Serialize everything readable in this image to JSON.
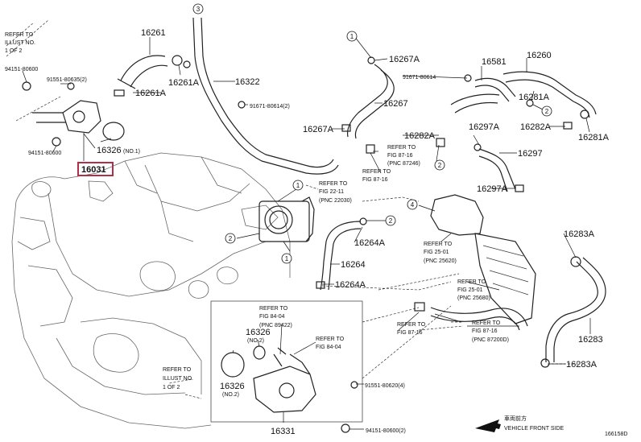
{
  "part_labels": [
    "16261",
    "16261A",
    "16261A",
    "16322",
    "16267A",
    "16267",
    "16267A",
    "16581",
    "16260",
    "16281A",
    "16282A",
    "16281A",
    "16282A",
    "16297A",
    "16297",
    "16297A",
    "16031",
    "16264A",
    "16264",
    "16264A",
    "16283A",
    "16283",
    "16283A",
    "16331"
  ],
  "annotations": {
    "left_top_ref": [
      "REFER TO",
      "ILLUST NO.",
      "1 OF 2"
    ],
    "left_bottom_ref": [
      "REFER TO",
      "ILLUST NO.",
      "1 OF 2"
    ],
    "fig_22_11": [
      "REFER TO",
      "FIG 22-11",
      "(PNC 22030)"
    ],
    "fig_87_16_a": [
      "REFER TO",
      "FIG 87-16",
      "(PNC 87246)"
    ],
    "fig_87_16_b": [
      "REFER TO",
      "FIG 87-16"
    ],
    "fig_25_01_a": [
      "REFER TO",
      "FIG 25-01",
      "(PNC 25620)"
    ],
    "fig_25_01_b": [
      "REFER TO",
      "FIG 25-01",
      "(PNC 25680)"
    ],
    "fig_87_16_c": [
      "REFER TO",
      "FIG 87-16"
    ],
    "fig_87_16_d": [
      "REFER TO",
      "FIG 87-16",
      "(PNC 87200D)"
    ],
    "fig_84_04_a": [
      "REFER TO",
      "FIG 84-04",
      "(PNC 89422)"
    ],
    "fig_84_04_b": [
      "REFER TO",
      "FIG 84-04"
    ]
  },
  "fastener_labels": {
    "b1": "94151-80600",
    "b2": "91551-80635(2)",
    "b3": "94151-80600",
    "b4": "91671-80614(2)",
    "b5": "91671-80614",
    "b6": "91551-80620(4)",
    "b7": "94151-80600(2)"
  },
  "gasket_labels": {
    "g1_part": "16326",
    "g1_note": "(NO.1)",
    "g2_part": "16326",
    "g2_note": "(NO.2)",
    "g3_part": "16326",
    "g3_note": "(NO.2)"
  },
  "callouts": [
    "3",
    "1",
    "2",
    "2",
    "1",
    "1",
    "2",
    "2",
    "4"
  ],
  "highlighted_part": "16031",
  "direction": {
    "jp": "車両前方",
    "en": "VEHICLE FRONT SIDE"
  },
  "figure_id": "166158D",
  "colors": {
    "highlight_box": "#b0304a",
    "line": "#222222"
  }
}
